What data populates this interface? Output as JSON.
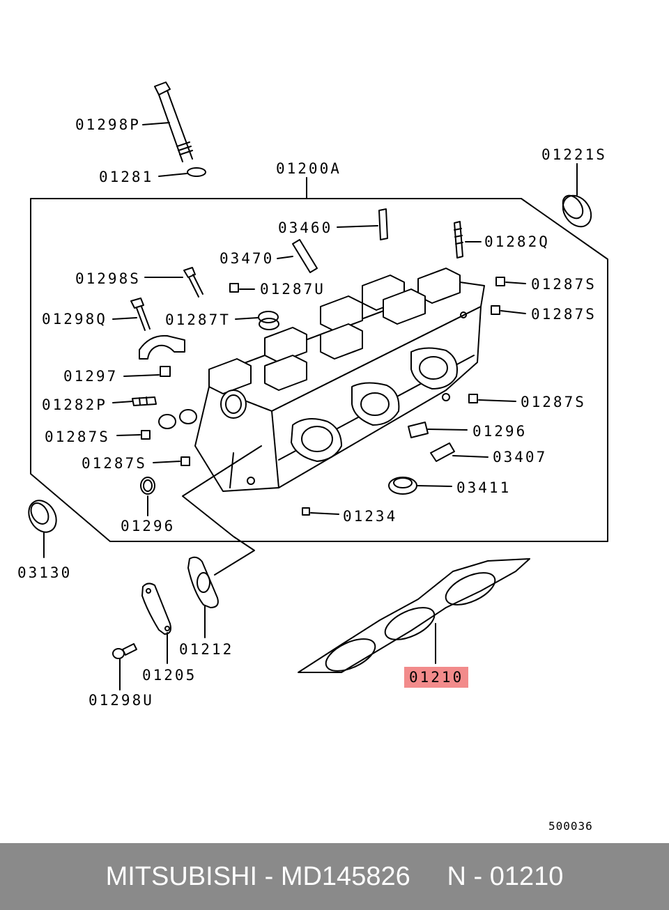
{
  "labels": {
    "p01298P": "01298P",
    "p01281": "01281",
    "p01200A": "01200A",
    "p01221S": "01221S",
    "p03460": "03460",
    "p01282Q": "01282Q",
    "p03470": "03470",
    "p01298S": "01298S",
    "p01287U": "01287U",
    "p01287S_a": "01287S",
    "p01298Q": "01298Q",
    "p01287T": "01287T",
    "p01287S_b": "01287S",
    "p01297": "01297",
    "p01282P": "01282P",
    "p01287S_c": "01287S",
    "p01287S_d": "01287S",
    "p01296_a": "01296",
    "p01287S_e": "01287S",
    "p03407": "03407",
    "p03411": "03411",
    "p01296_b": "01296",
    "p01234": "01234",
    "p03130": "03130",
    "p01212": "01212",
    "p01205": "01205",
    "p01298U": "01298U",
    "p01210": "01210"
  },
  "diagram_code": "500036",
  "highlight_color": "#f28b8b",
  "footer": {
    "brand": "MITSUBISHI",
    "separator": " - ",
    "part_number": "MD145826",
    "ref_prefix": "N - ",
    "ref": "01210"
  }
}
